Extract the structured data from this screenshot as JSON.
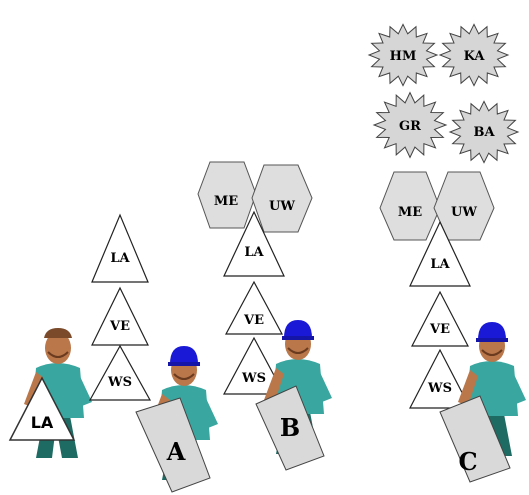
{
  "diagram": {
    "worker_left": {
      "sign_label": "LA"
    },
    "stack_a": {
      "labels": [
        "LA",
        "VE",
        "WS"
      ],
      "sign_label": "A"
    },
    "stack_b": {
      "top_labels": [
        "ME",
        "UW"
      ],
      "labels": [
        "LA",
        "VE",
        "WS"
      ],
      "sign_label": "B"
    },
    "stack_c": {
      "star_labels": [
        "HM",
        "KA",
        "GR",
        "BA"
      ],
      "top_labels": [
        "ME",
        "UW"
      ],
      "labels": [
        "LA",
        "VE",
        "WS"
      ],
      "sign_label": "C"
    },
    "colors": {
      "hex_fill": "#dedede",
      "star_fill": "#d6d6d6",
      "sign_fill": "#d9d9d9",
      "helmet": "#1a1ad6",
      "skin": "#b9774a",
      "shirt": "#3aa6a0",
      "pants": "#1e6b63"
    }
  }
}
